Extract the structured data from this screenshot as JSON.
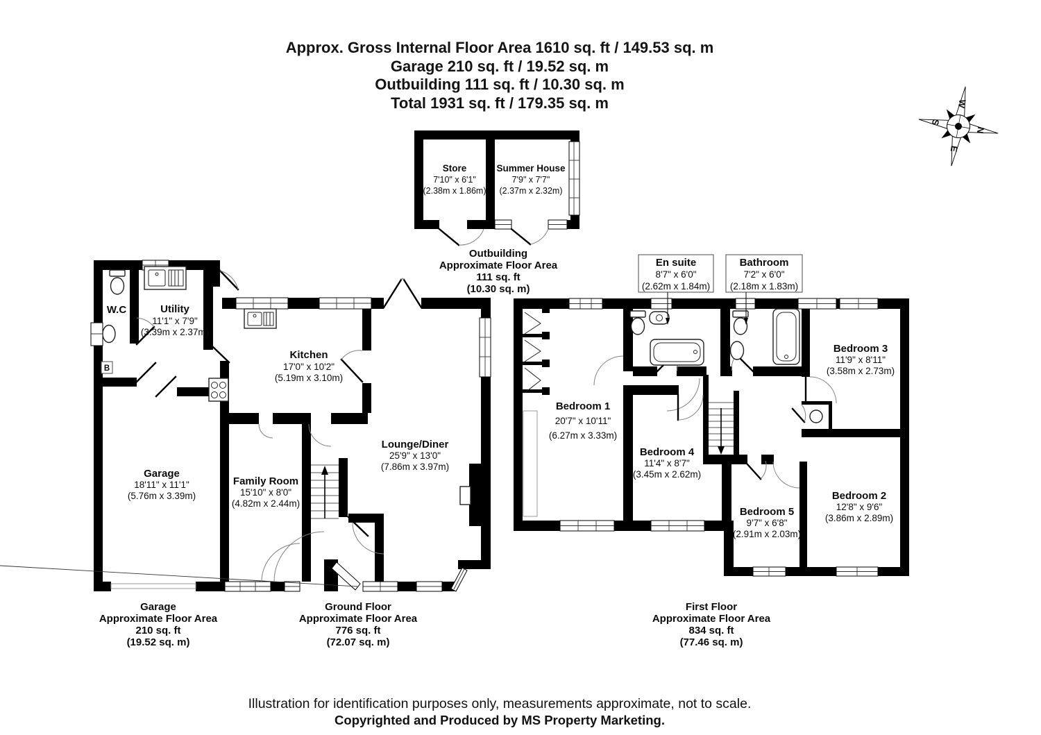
{
  "header": {
    "line1": "Approx. Gross Internal Floor Area 1610 sq. ft / 149.53 sq. m",
    "line2": "Garage 210 sq. ft / 19.52 sq. m",
    "line3": "Outbuilding 111 sq. ft / 10.30 sq. m",
    "line4": "Total 1931 sq. ft / 179.35 sq. m"
  },
  "compass": {
    "n": "N",
    "e": "E",
    "s": "S",
    "w": "W"
  },
  "outbuilding": {
    "rooms": {
      "store": {
        "name": "Store",
        "imperial": "7'10\" x 6'1\"",
        "metric": "(2.38m x 1.86m)"
      },
      "summer_house": {
        "name": "Summer House",
        "imperial": "7'9\" x 7'7\"",
        "metric": "(2.37m x 2.32m)"
      }
    },
    "area_label": {
      "line1": "Outbuilding",
      "line2": "Approximate Floor Area",
      "line3": "111 sq. ft",
      "line4": "(10.30 sq. m)"
    }
  },
  "ground_floor": {
    "rooms": {
      "wc": {
        "name": "W.C"
      },
      "utility": {
        "name": "Utility",
        "imperial": "11'1\" x 7'9\"",
        "metric": "(3.39m x 2.37m)"
      },
      "kitchen": {
        "name": "Kitchen",
        "imperial": "17'0\" x 10'2\"",
        "metric": "(5.19m x 3.10m)"
      },
      "garage": {
        "name": "Garage",
        "imperial": "18'11\" x 11'1\"",
        "metric": "(5.76m x 3.39m)"
      },
      "family_room": {
        "name": "Family Room",
        "imperial": "15'10\" x 8'0\"",
        "metric": "(4.82m x 2.44m)"
      },
      "lounge_diner": {
        "name": "Lounge/Diner",
        "imperial": "25'9\" x 13'0\"",
        "metric": "(7.86m x 3.97m)"
      }
    },
    "boiler_label": "B",
    "area_labels": {
      "garage": {
        "line1": "Garage",
        "line2": "Approximate Floor Area",
        "line3": "210 sq. ft",
        "line4": "(19.52 sq. m)"
      },
      "ground": {
        "line1": "Ground Floor",
        "line2": "Approximate Floor Area",
        "line3": "776 sq. ft",
        "line4": "(72.07 sq. m)"
      }
    }
  },
  "first_floor": {
    "rooms": {
      "bedroom1": {
        "name": "Bedroom 1",
        "imperial": "20'7\" x 10'11\"",
        "metric": "(6.27m x 3.33m)"
      },
      "bedroom2": {
        "name": "Bedroom 2",
        "imperial": "12'8\" x 9'6\"",
        "metric": "(3.86m x 2.89m)"
      },
      "bedroom3": {
        "name": "Bedroom 3",
        "imperial": "11'9\" x 8'11\"",
        "metric": "(3.58m x 2.73m)"
      },
      "bedroom4": {
        "name": "Bedroom 4",
        "imperial": "11'4\" x 8'7\"",
        "metric": "(3.45m x 2.62m)"
      },
      "bedroom5": {
        "name": "Bedroom 5",
        "imperial": "9'7\" x 6'8\"",
        "metric": "(2.91m x 2.03m)"
      },
      "en_suite": {
        "name": "En suite",
        "imperial": "8'7\" x 6'0\"",
        "metric": "(2.62m x 1.84m)"
      },
      "bathroom": {
        "name": "Bathroom",
        "imperial": "7'2\" x 6'0\"",
        "metric": "(2.18m x 1.83m)"
      }
    },
    "area_label": {
      "line1": "First Floor",
      "line2": "Approximate Floor Area",
      "line3": "834 sq. ft",
      "line4": "(77.46 sq. m)"
    }
  },
  "footer": {
    "line1": "Illustration for identification purposes only, measurements approximate, not to scale.",
    "line2": "Copyrighted  and Produced by MS Property Marketing."
  }
}
